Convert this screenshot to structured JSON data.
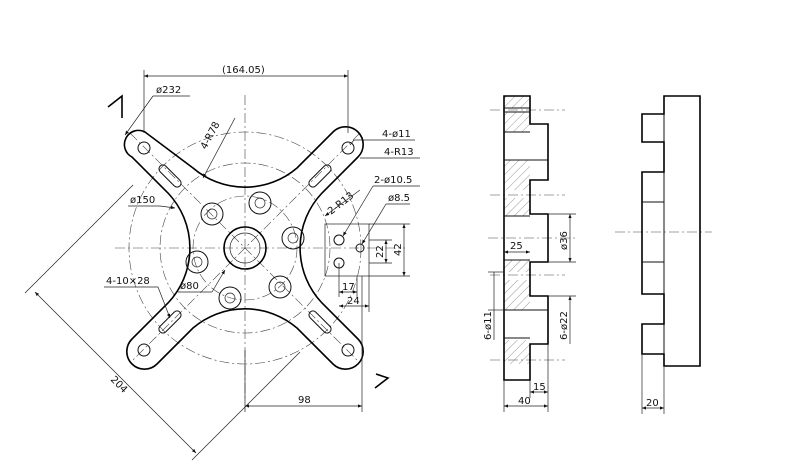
{
  "front_view": {
    "dim_overall_width": "(164.05)",
    "dim_pcd_outer": "ø232",
    "dim_arc_radius": "4-R78",
    "dim_corner_holes": "4-ø11",
    "dim_corner_radius": "4-R13",
    "dim_small_holes": "2-ø10.5",
    "dim_inner_radius": "2-R13",
    "dim_pin_hole": "ø8.5",
    "dim_pcd_mid": "ø150",
    "dim_slots": "4-10×28",
    "dim_pcd_inner": "ø80",
    "dim_diagonal": "204",
    "dim_offset_98": "98",
    "dim_17": "17",
    "dim_24": "24",
    "dim_22": "22",
    "dim_42": "42"
  },
  "section_view": {
    "dim_25": "25",
    "dim_bore": "ø36",
    "dim_holes_6_11": "6-ø11",
    "dim_holes_6_22": "6-ø22",
    "dim_15": "15",
    "dim_40": "40"
  },
  "side_view": {
    "dim_20": "20"
  }
}
